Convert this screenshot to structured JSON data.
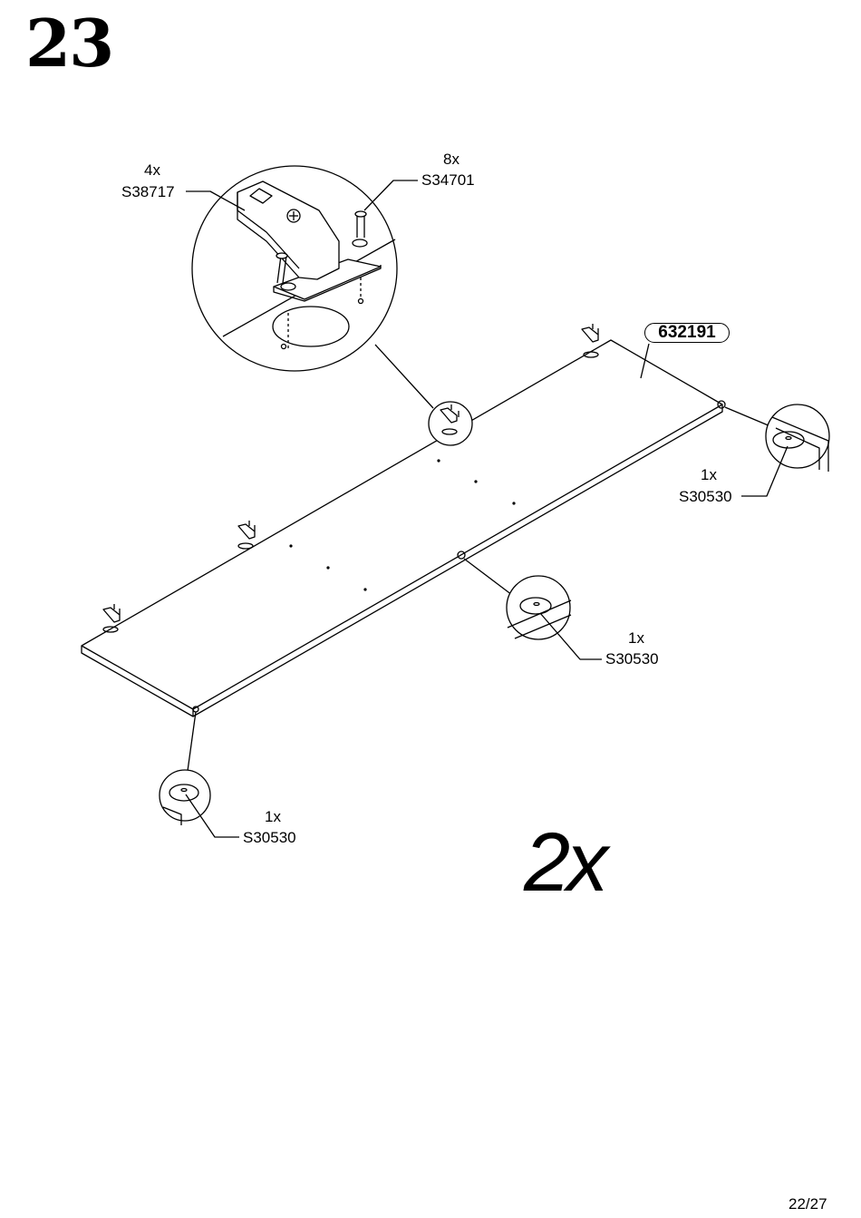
{
  "step": {
    "number": "23"
  },
  "part_badge": "632191",
  "callouts": {
    "bracket": {
      "qty": "4x",
      "code": "S38717"
    },
    "screw": {
      "qty": "8x",
      "code": "S34701"
    },
    "cap_right": {
      "qty": "1x",
      "code": "S30530"
    },
    "cap_middle": {
      "qty": "1x",
      "code": "S30530"
    },
    "cap_left": {
      "qty": "1x",
      "code": "S30530"
    }
  },
  "multiplier": "2x",
  "page_number": "22/27"
}
